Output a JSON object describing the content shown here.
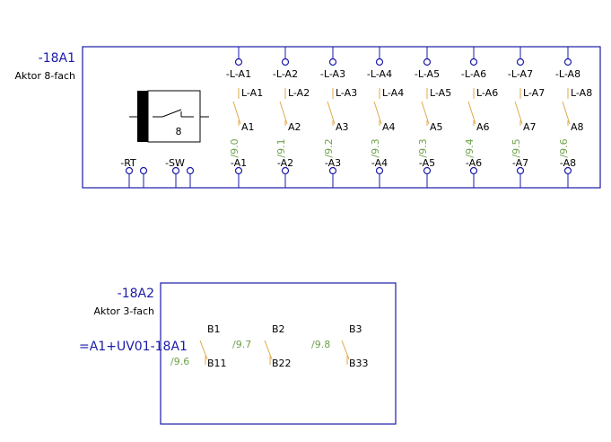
{
  "actuator8": {
    "tag": "-18A1",
    "desc": "Aktor 8-fach",
    "symbol_number": "8",
    "rt_label": "-RT",
    "sw_label": "-SW",
    "channels": [
      {
        "top": "-L-A1",
        "contact_top": "L-A1",
        "contact_bottom": "A1",
        "ref": "/9.0",
        "bottom": "-A1"
      },
      {
        "top": "-L-A2",
        "contact_top": "L-A2",
        "contact_bottom": "A2",
        "ref": "/9.1",
        "bottom": "-A2"
      },
      {
        "top": "-L-A3",
        "contact_top": "L-A3",
        "contact_bottom": "A3",
        "ref": "/9.2",
        "bottom": "-A3"
      },
      {
        "top": "-L-A4",
        "contact_top": "L-A4",
        "contact_bottom": "A4",
        "ref": "/9.3",
        "bottom": "-A4"
      },
      {
        "top": "-L-A5",
        "contact_top": "L-A5",
        "contact_bottom": "A5",
        "ref": "/9.3",
        "bottom": "-A5"
      },
      {
        "top": "-L-A6",
        "contact_top": "L-A6",
        "contact_bottom": "A6",
        "ref": "/9.4",
        "bottom": "-A6"
      },
      {
        "top": "-L-A7",
        "contact_top": "L-A7",
        "contact_bottom": "A7",
        "ref": "/9.5",
        "bottom": "-A7"
      },
      {
        "top": "-L-A8",
        "contact_top": "L-A8",
        "contact_bottom": "A8",
        "ref": "/9.6",
        "bottom": "-A8"
      }
    ]
  },
  "actuator3": {
    "tag": "-18A2",
    "desc": "Aktor 3-fach",
    "location": "=A1+UV01-18A1",
    "contacts": [
      {
        "top": "B1",
        "bottom": "B11",
        "ref": "/9.6"
      },
      {
        "top": "B2",
        "bottom": "B22",
        "ref": "/9.7"
      },
      {
        "top": "B3",
        "bottom": "B33",
        "ref": "/9.8"
      }
    ]
  },
  "colors": {
    "frame": "#1a1aa8",
    "reference": "#6ea34a",
    "contact": "#e0a94a",
    "text": "#000000"
  }
}
